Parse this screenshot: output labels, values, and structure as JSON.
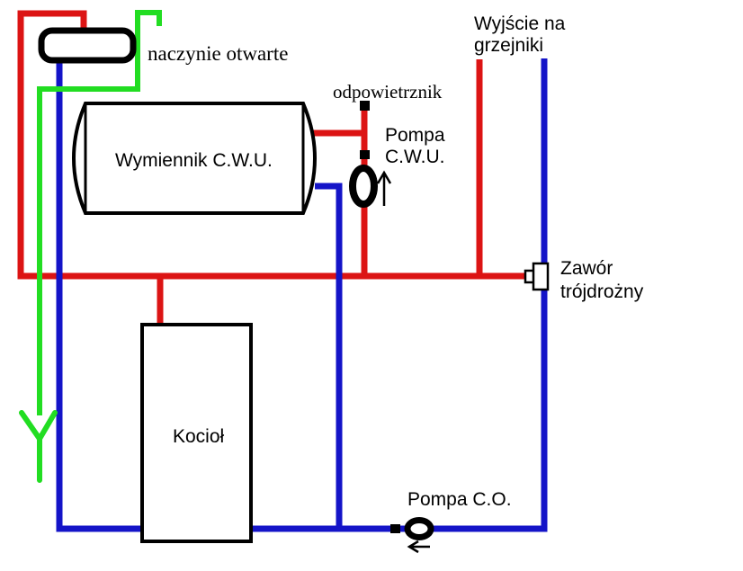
{
  "diagram": {
    "title_hint": "heating system schematic",
    "labels": {
      "open_vessel": "naczynie otwarte",
      "air_vent": "odpowietrznik",
      "dhw_pump_line1": "Pompa",
      "dhw_pump_line2": "C.W.U.",
      "radiators_out_line1": "Wyjście na",
      "radiators_out_line2": "grzejniki",
      "heat_exchanger": "Wymiennik C.W.U.",
      "three_way_valve_line1": "Zawór",
      "three_way_valve_line2": "trójdrożny",
      "boiler": "Kocioł",
      "ch_pump": "Pompa C.O."
    },
    "colors": {
      "hot_pipe": "#dc1414",
      "cold_pipe": "#1414c8",
      "overflow_pipe": "#22dd22",
      "outline": "#000000",
      "background": "#ffffff"
    }
  }
}
